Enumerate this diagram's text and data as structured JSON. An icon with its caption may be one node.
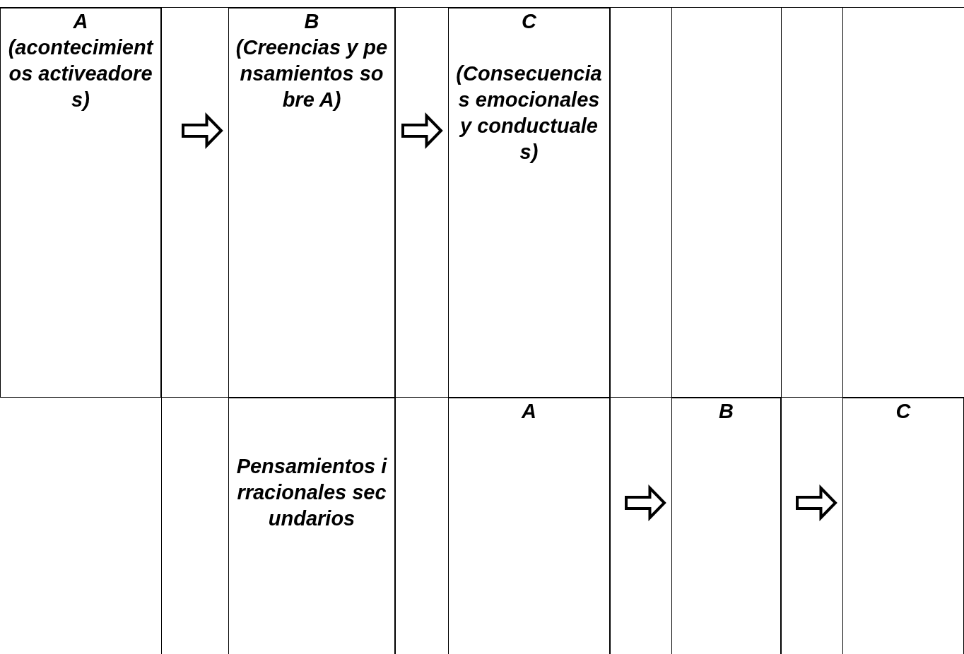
{
  "diagram": {
    "nodes": [
      {
        "text": [
          "A",
          "(acontecimientos activeadores)"
        ]
      },
      {
        "text": [
          "B",
          "(Creencias y pensamientos sobre A)"
        ]
      },
      {
        "text": [
          "C",
          "(Consecuencias emocionales y conductuales)"
        ]
      },
      {
        "text": [
          "Pensamientos irracionales secundarios"
        ]
      },
      {
        "text": [
          "A"
        ]
      },
      {
        "text": [
          "B"
        ]
      },
      {
        "text": [
          "C"
        ]
      }
    ],
    "edges": [
      {
        "from": 0,
        "to": 1,
        "arrow": "to"
      },
      {
        "from": 1,
        "to": 2,
        "arrow": "to"
      },
      {
        "from": 4,
        "to": 5,
        "arrow": "to"
      },
      {
        "from": 5,
        "to": 6,
        "arrow": "to"
      }
    ]
  }
}
